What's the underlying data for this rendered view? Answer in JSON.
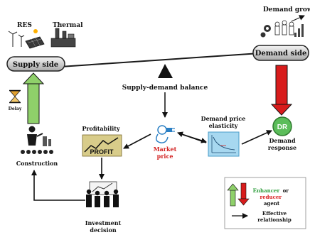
{
  "labels": {
    "res": "RES",
    "thermal": "Thermal",
    "demand_growth": "Demand growth",
    "supply_side": "Supply side",
    "demand_side": "Demand side",
    "supply_demand_balance": "Supply-demand balance",
    "delay": "Delay",
    "profitability": "Profitability",
    "profit_sign": "PROFIT",
    "market": "Market",
    "price": "price",
    "demand_price_elasticity_1": "Demand price",
    "demand_price_elasticity_2": "elasticity",
    "dr_badge": "DR",
    "demand_response_1": "Demand",
    "demand_response_2": "response",
    "construction": "Construction",
    "investment_1": "Investment",
    "investment_2": "decision"
  },
  "legend": {
    "enhancer": "Enhancer",
    "or": "or",
    "reducer": "reducer",
    "agent": "agent",
    "effective_1": "Effective",
    "effective_2": "relationship"
  },
  "colors": {
    "green_arrow": "#8fd06a",
    "red_arrow": "#d81c1c",
    "enhancer_text": "#2e9e3c",
    "reducer_text": "#d81c1c",
    "market_price_text": "#d21f1f",
    "beam": "#cfcfcf",
    "pivot": "#111111",
    "dr_badge": "#5bbd5a"
  }
}
